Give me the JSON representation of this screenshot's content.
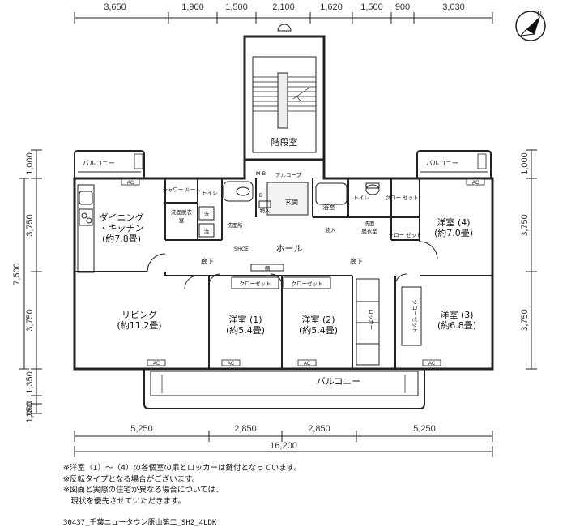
{
  "dims": {
    "top": [
      "3,650",
      "1,900",
      "1,500",
      "2,100",
      "1,620",
      "1,500",
      "900",
      "3,030"
    ],
    "bottom": [
      "5,250",
      "2,850",
      "2,850",
      "5,250"
    ],
    "total": "16,200",
    "left_outer": [
      "1,000",
      "3,750",
      "3,750",
      "1,350",
      "350",
      "1,000"
    ],
    "left_inner": "7,500",
    "right": [
      "1,000",
      "3,750",
      "3,750"
    ]
  },
  "rooms": {
    "stairs": "階段室",
    "balcony_nw": "バルコニー",
    "balcony_ne": "バルコニー",
    "balcony_s": "バルコニー",
    "dining_1": "ダイニング",
    "dining_2": "・キッチン",
    "dining_3": "(約7.8畳)",
    "living_1": "リビング",
    "living_2": "(約11.2畳)",
    "western1_1": "洋室 (1)",
    "western1_2": "(約5.4畳)",
    "western2_1": "洋室 (2)",
    "western2_2": "(約5.4畳)",
    "western3_1": "洋室 (3)",
    "western3_2": "(約6.8畳)",
    "western4_1": "洋室 (4)",
    "western4_2": "(約7.0畳)",
    "hall": "ホール",
    "hallway_w": "廊下",
    "hallway_e": "廊下",
    "entrance": "玄関",
    "bath": "浴室",
    "wash_w_1": "洗面脱衣",
    "wash_w_2": "室",
    "wash_e_1": "洗面",
    "wash_e_2": "脱衣室",
    "shower": "シャワー ルーム",
    "toilet_w": "トイレ",
    "toilet_e": "トイレ",
    "laundry": "洗",
    "laundry2": "洗",
    "washbasin": "洗面所",
    "storage_w": "物入",
    "storage_e": "物入",
    "alcove": "アルコーブ",
    "mb": "M B",
    "b": "B",
    "shelf": "棚",
    "closet_w": "クローゼット",
    "closet_e": "クローゼット",
    "closet_r1": "クロー ゼット",
    "closet_r2": "クロー ゼット",
    "closet_r3": "クロー ゼット",
    "locker": "ロッカー",
    "shoebox": "SHOE",
    "ac": "AC"
  },
  "notes": [
    "※洋室（1）～（4）の各個室の扉とロッカーは鍵付となっています。",
    "※反転タイプとなる場合がございます。",
    "※図面と実際の住宅が異なる場合については、",
    "　現状を優先させていただきます。"
  ],
  "caption": "30437_千葉ニュータウン原山第二_SH2_4LDK",
  "compass": "N"
}
